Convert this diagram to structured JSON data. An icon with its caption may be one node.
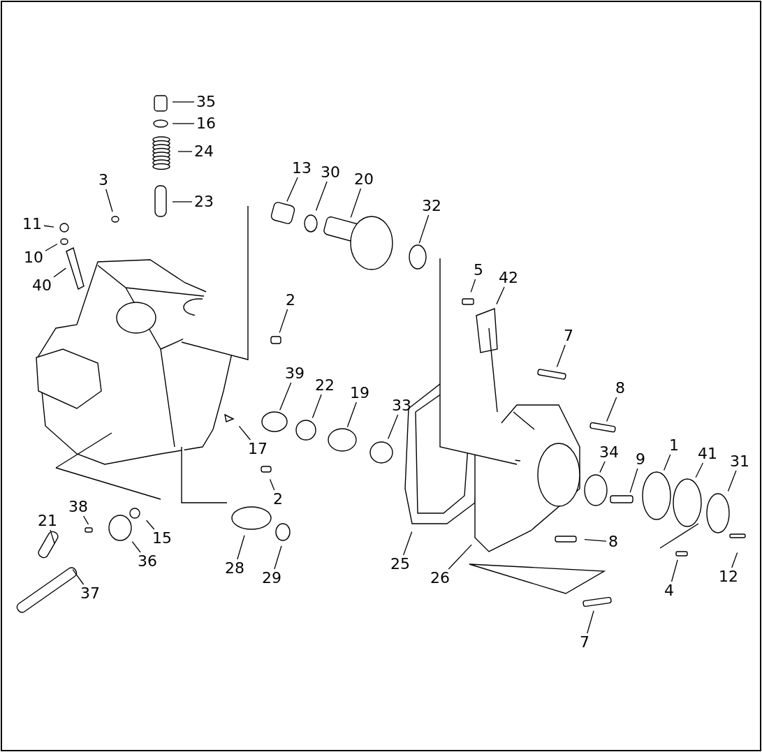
{
  "diagram": {
    "nodes": [
      {
        "text": [
          "35"
        ]
      },
      {
        "text": [
          "16"
        ]
      },
      {
        "text": [
          "24"
        ]
      },
      {
        "text": [
          "3"
        ]
      },
      {
        "text": [
          "23"
        ]
      },
      {
        "text": [
          "13"
        ]
      },
      {
        "text": [
          "30"
        ]
      },
      {
        "text": [
          "20"
        ]
      },
      {
        "text": [
          "11"
        ]
      },
      {
        "text": [
          "32"
        ]
      },
      {
        "text": [
          "10"
        ]
      },
      {
        "text": [
          "40"
        ]
      },
      {
        "text": [
          "5"
        ]
      },
      {
        "text": [
          "42"
        ]
      },
      {
        "text": [
          "2"
        ]
      },
      {
        "text": [
          "7"
        ]
      },
      {
        "text": [
          "39"
        ]
      },
      {
        "text": [
          "22"
        ]
      },
      {
        "text": [
          "19"
        ]
      },
      {
        "text": [
          "33"
        ]
      },
      {
        "text": [
          "8"
        ]
      },
      {
        "text": [
          "17"
        ]
      },
      {
        "text": [
          "34"
        ]
      },
      {
        "text": [
          "1"
        ]
      },
      {
        "text": [
          "9"
        ]
      },
      {
        "text": [
          "41"
        ]
      },
      {
        "text": [
          "31"
        ]
      },
      {
        "text": [
          "2"
        ]
      },
      {
        "text": [
          "38"
        ]
      },
      {
        "text": [
          "21"
        ]
      },
      {
        "text": [
          "15"
        ]
      },
      {
        "text": [
          "36"
        ]
      },
      {
        "text": [
          "28"
        ]
      },
      {
        "text": [
          "29"
        ]
      },
      {
        "text": [
          "25"
        ]
      },
      {
        "text": [
          "26"
        ]
      },
      {
        "text": [
          "8"
        ]
      },
      {
        "text": [
          "37"
        ]
      },
      {
        "text": [
          "4"
        ]
      },
      {
        "text": [
          "12"
        ]
      },
      {
        "text": [
          "7"
        ]
      }
    ],
    "edges": [
      {
        "from": 0,
        "to": null,
        "arrow": "none"
      },
      {
        "from": 1,
        "to": null,
        "arrow": "none"
      },
      {
        "from": 2,
        "to": null,
        "arrow": "none"
      },
      {
        "from": 3,
        "to": null,
        "arrow": "none"
      },
      {
        "from": 4,
        "to": null,
        "arrow": "none"
      },
      {
        "from": 5,
        "to": null,
        "arrow": "none"
      },
      {
        "from": 6,
        "to": null,
        "arrow": "none"
      },
      {
        "from": 7,
        "to": null,
        "arrow": "none"
      },
      {
        "from": 8,
        "to": null,
        "arrow": "none"
      },
      {
        "from": 9,
        "to": null,
        "arrow": "none"
      },
      {
        "from": 10,
        "to": null,
        "arrow": "none"
      },
      {
        "from": 11,
        "to": null,
        "arrow": "none"
      },
      {
        "from": 12,
        "to": null,
        "arrow": "none"
      },
      {
        "from": 13,
        "to": null,
        "arrow": "none"
      },
      {
        "from": 14,
        "to": null,
        "arrow": "none"
      },
      {
        "from": 15,
        "to": null,
        "arrow": "none"
      },
      {
        "from": 16,
        "to": null,
        "arrow": "none"
      },
      {
        "from": 17,
        "to": null,
        "arrow": "none"
      },
      {
        "from": 18,
        "to": null,
        "arrow": "none"
      },
      {
        "from": 19,
        "to": null,
        "arrow": "none"
      },
      {
        "from": 20,
        "to": null,
        "arrow": "none"
      },
      {
        "from": 21,
        "to": null,
        "arrow": "none"
      },
      {
        "from": 22,
        "to": null,
        "arrow": "none"
      },
      {
        "from": 23,
        "to": null,
        "arrow": "none"
      },
      {
        "from": 24,
        "to": null,
        "arrow": "none"
      },
      {
        "from": 25,
        "to": null,
        "arrow": "none"
      },
      {
        "from": 26,
        "to": null,
        "arrow": "none"
      },
      {
        "from": 27,
        "to": null,
        "arrow": "none"
      },
      {
        "from": 28,
        "to": null,
        "arrow": "none"
      },
      {
        "from": 29,
        "to": null,
        "arrow": "none"
      },
      {
        "from": 30,
        "to": null,
        "arrow": "none"
      },
      {
        "from": 31,
        "to": null,
        "arrow": "none"
      },
      {
        "from": 32,
        "to": null,
        "arrow": "none"
      },
      {
        "from": 33,
        "to": null,
        "arrow": "none"
      },
      {
        "from": 34,
        "to": null,
        "arrow": "none"
      },
      {
        "from": 35,
        "to": null,
        "arrow": "none"
      },
      {
        "from": 36,
        "to": null,
        "arrow": "none"
      },
      {
        "from": 37,
        "to": null,
        "arrow": "none"
      },
      {
        "from": 38,
        "to": null,
        "arrow": "none"
      },
      {
        "from": 39,
        "to": null,
        "arrow": "none"
      },
      {
        "from": 40,
        "to": null,
        "arrow": "none"
      }
    ]
  }
}
